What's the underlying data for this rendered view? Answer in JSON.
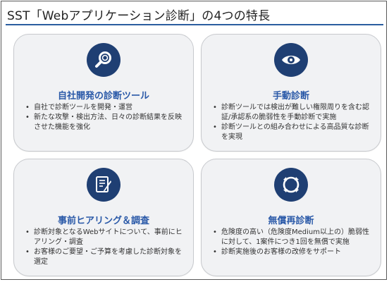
{
  "page": {
    "title": "SST「Webアプリケーション診断」の4つの特長"
  },
  "colors": {
    "accent": "#2a5d9f",
    "icon_bg": "#1f3f73",
    "card_title": "#2a59a8",
    "card_bg": "#f1f2f4"
  },
  "cards": [
    {
      "icon": "magnifier-icon",
      "title": "自社開発の診断ツール",
      "bullets": [
        "自社で診断ツールを開発・運営",
        "新たな攻撃・検出方法、日々の診断結果を反映させた機能を強化"
      ]
    },
    {
      "icon": "eye-icon",
      "title": "手動診断",
      "bullets": [
        "診断ツールでは検出が難しい権限周りを含む認証/承認系の脆弱性を手動診断で実施",
        "診断ツールとの組み合わせによる高品質な診断を実現"
      ]
    },
    {
      "icon": "checklist-pen-icon",
      "title": "事前ヒアリング＆調査",
      "bullets": [
        "診断対象となるWebサイトについて、事前にヒアリング・調査",
        "お客様のご要望・ご予算を考慮した診断対象を選定"
      ]
    },
    {
      "icon": "refresh-cycle-icon",
      "title": "無償再診断",
      "bullets": [
        "危険度の高い（危険度Medium以上の）脆弱性に対して、1案件につき1回を無償で実施",
        "診断実施後のお客様の改修をサポート"
      ]
    }
  ]
}
